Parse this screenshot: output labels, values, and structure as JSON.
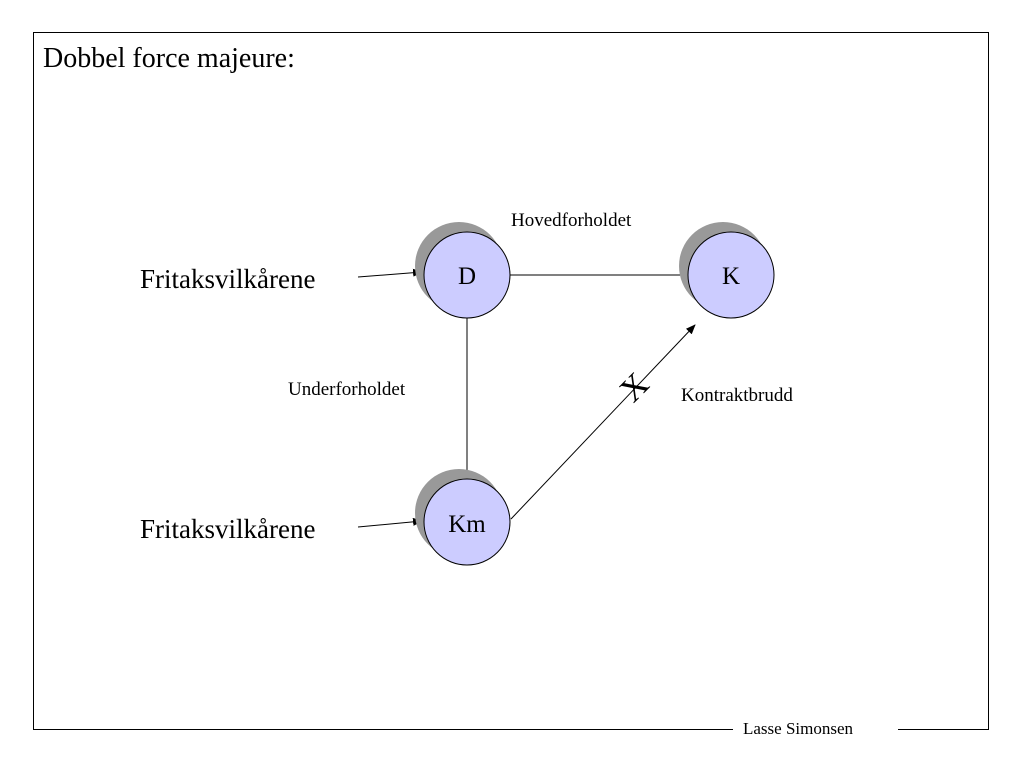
{
  "slide": {
    "title": "Dobbel force majeure:",
    "footer_author": "Lasse Simonsen"
  },
  "diagram": {
    "nodes": {
      "d": "D",
      "k": "K",
      "km": "Km"
    },
    "edge_labels": {
      "main_relation": "Hovedforholdet",
      "sub_relation": "Underforholdet",
      "breach": "Kontraktbrudd",
      "breach_marker": "X"
    },
    "side_labels": {
      "exemption_top": "Fritaksvilkårene",
      "exemption_bottom": "Fritaksvilkårene"
    },
    "colors": {
      "node_fill": "#ccccff",
      "node_shadow": "#999999",
      "line": "#000000"
    }
  }
}
